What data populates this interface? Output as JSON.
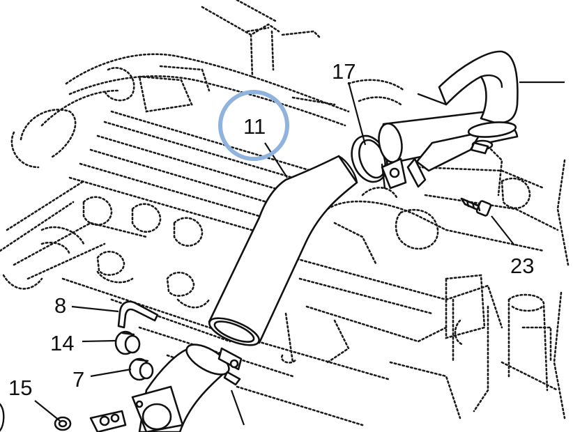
{
  "diagram": {
    "callouts": [
      {
        "id": "c11",
        "label": "11"
      },
      {
        "id": "c17",
        "label": "17"
      },
      {
        "id": "c23",
        "label": "23"
      },
      {
        "id": "c8",
        "label": "8"
      },
      {
        "id": "c14",
        "label": "14"
      },
      {
        "id": "c7",
        "label": "7"
      },
      {
        "id": "c15",
        "label": "15"
      }
    ],
    "highlight_color": "#8fb3dc",
    "line_color": "#111111"
  }
}
